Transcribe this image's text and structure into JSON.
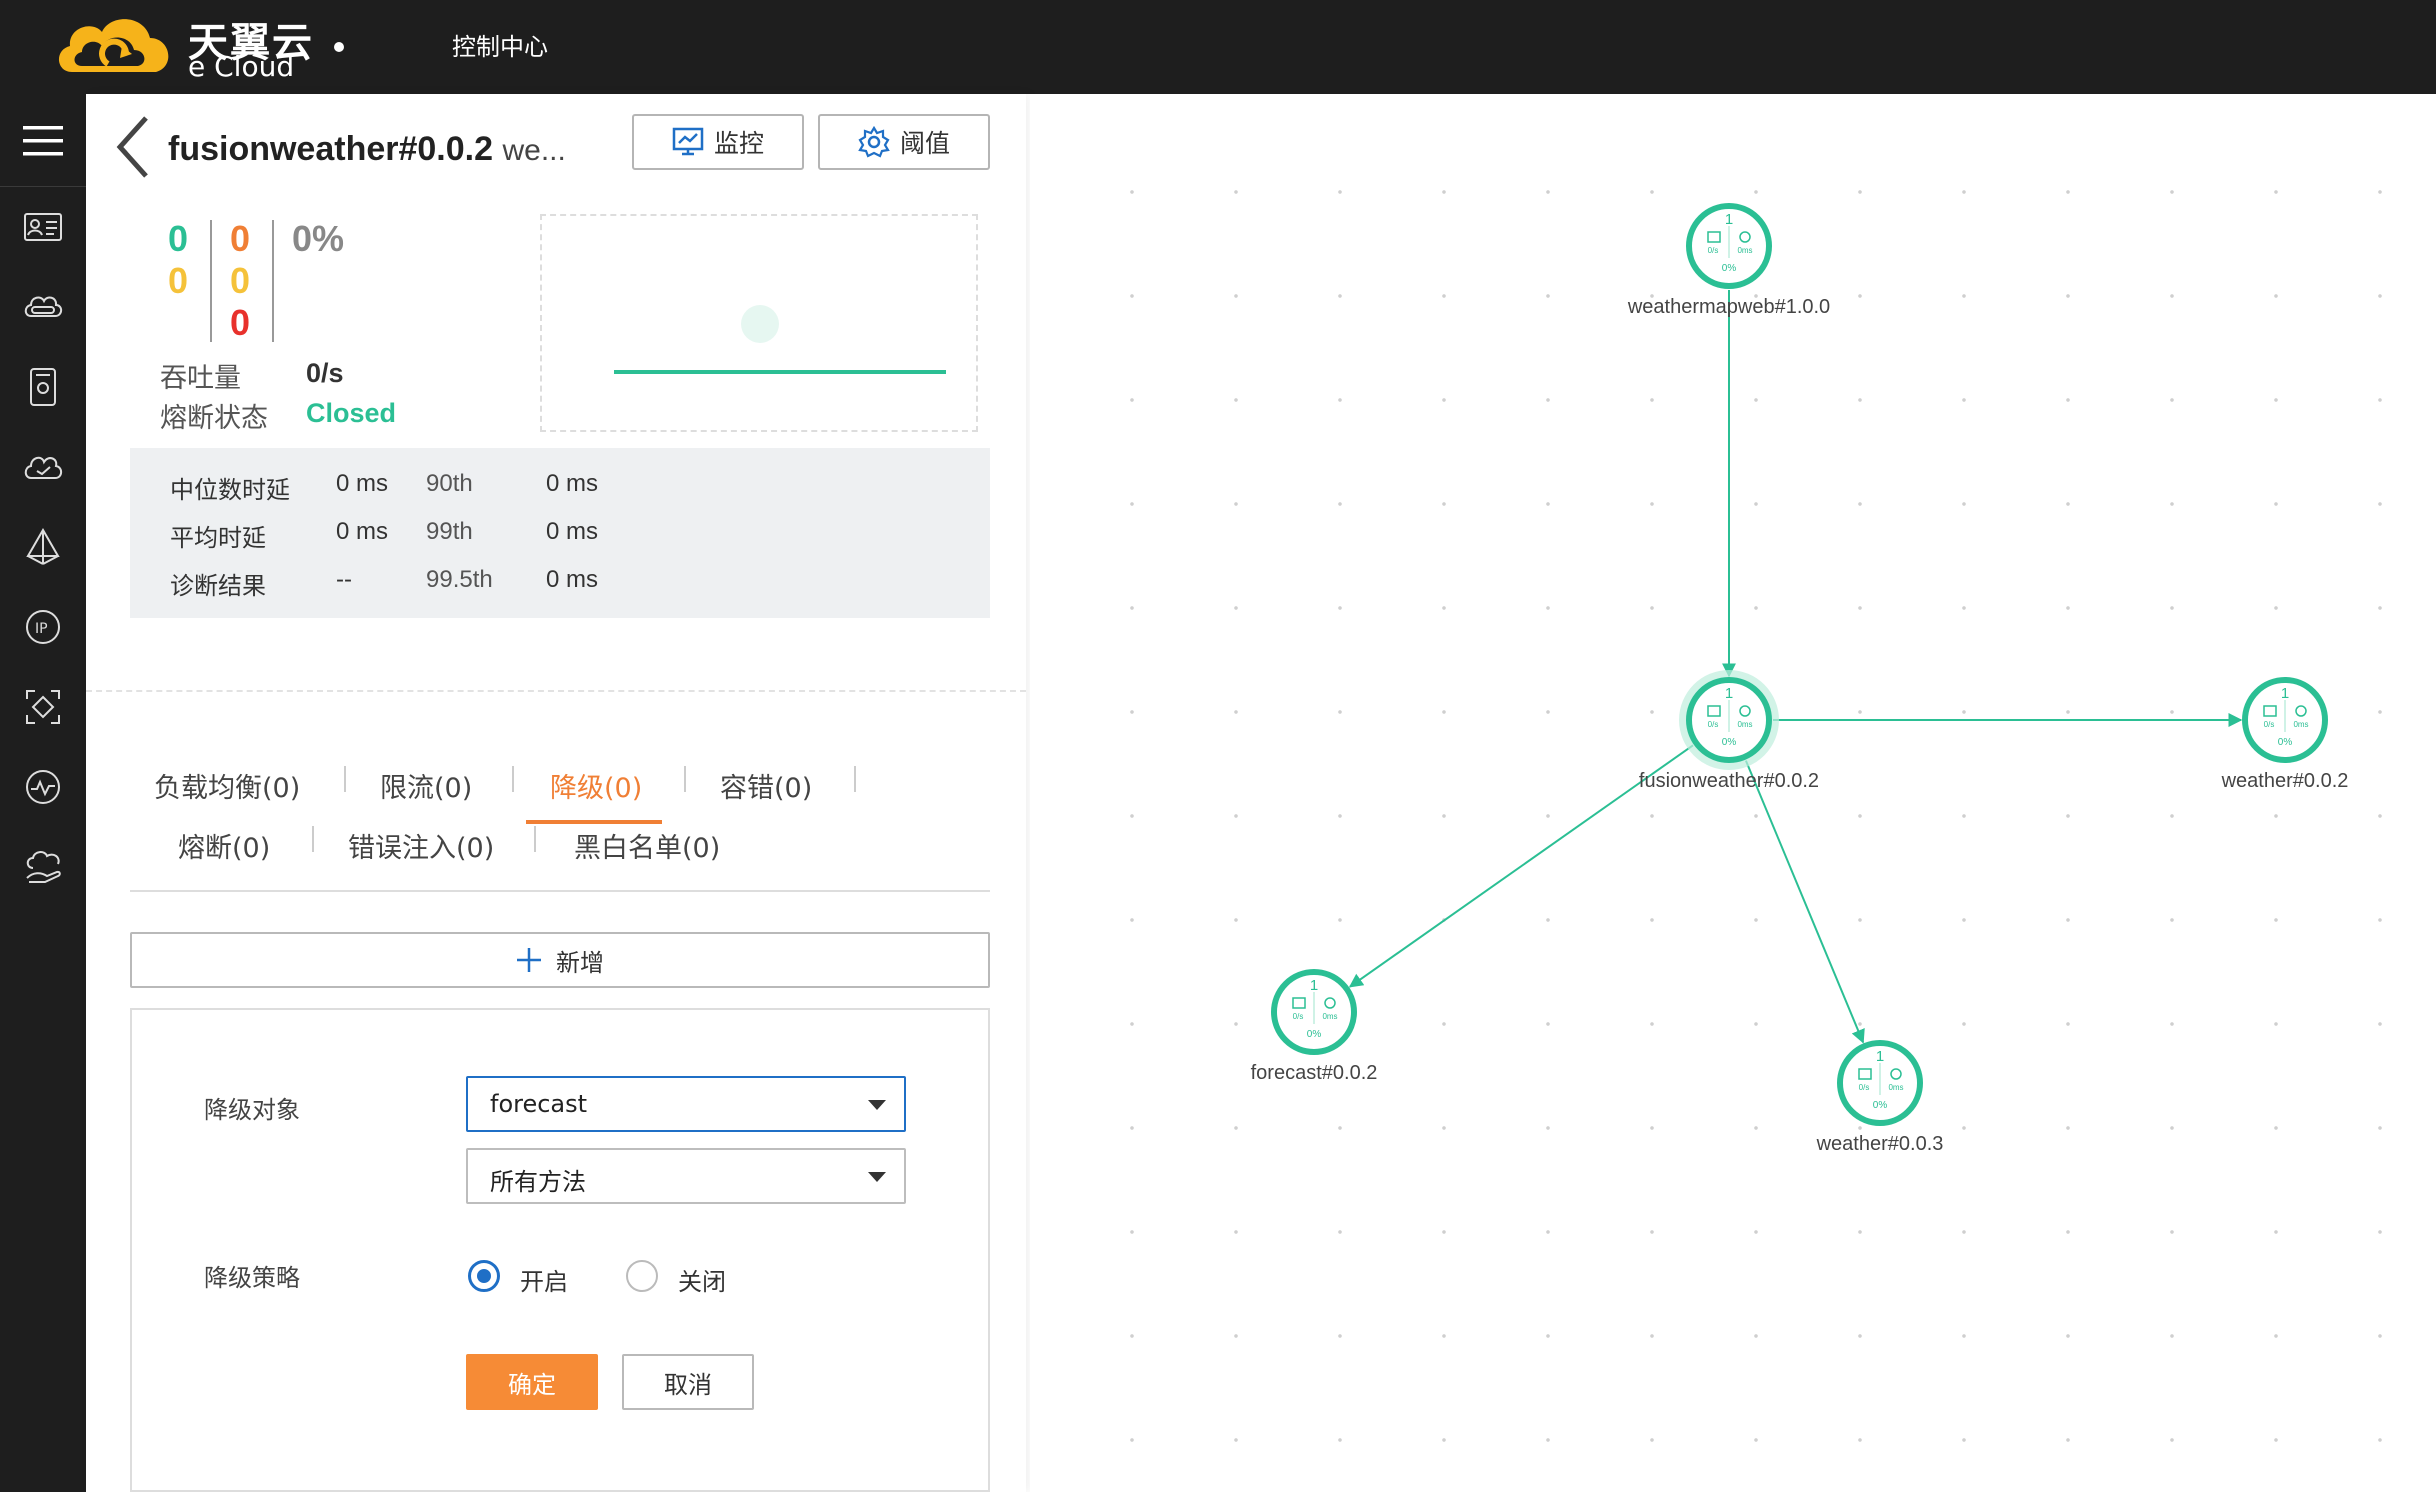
{
  "header": {
    "brand_cn": "天翼云",
    "brand_en": "e Cloud",
    "menu": "控制中心"
  },
  "rail": {
    "items": [
      "menu-icon",
      "id-card-icon",
      "cloud-drive-icon",
      "storage-icon",
      "cloud-check-icon",
      "network-icon",
      "ip-icon",
      "scan-icon",
      "monitor-icon",
      "cloud-hand-icon"
    ]
  },
  "service": {
    "name": "fusionweather#0.0.2",
    "name_suffix": "we...",
    "btn_monitor": "监控",
    "btn_threshold": "阈值"
  },
  "stats": {
    "c1_top": "0",
    "c1_bottom": "0",
    "c2_top": "0",
    "c2_mid": "0",
    "c2_bottom": "0",
    "rate": "0%",
    "throughput_label": "吞吐量",
    "throughput_value": "0/s",
    "breaker_label": "熔断状态",
    "breaker_value": "Closed"
  },
  "latency": {
    "rows": [
      {
        "label": "中位数时延",
        "value": "0 ms",
        "pct_label": "90th",
        "pct_value": "0 ms"
      },
      {
        "label": "平均时延",
        "value": "0 ms",
        "pct_label": "99th",
        "pct_value": "0 ms"
      },
      {
        "label": "诊断结果",
        "value": "--",
        "pct_label": "99.5th",
        "pct_value": "0 ms"
      }
    ]
  },
  "tabs": [
    {
      "label": "负载均衡(0)",
      "active": false
    },
    {
      "label": "限流(0)",
      "active": false
    },
    {
      "label": "降级(0)",
      "active": true
    },
    {
      "label": "容错(0)",
      "active": false
    },
    {
      "label": "熔断(0)",
      "active": false
    },
    {
      "label": "错误注入(0)",
      "active": false
    },
    {
      "label": "黑白名单(0)",
      "active": false
    }
  ],
  "form": {
    "add_label": "新增",
    "target_label": "降级对象",
    "target_value": "forecast",
    "method_value": "所有方法",
    "strategy_label": "降级策略",
    "option_on": "开启",
    "option_off": "关闭",
    "selected": "开启",
    "confirm": "确定",
    "cancel": "取消"
  },
  "topology": {
    "accent": "#2bbf94",
    "nodes": [
      {
        "name": "weathermapweb#1.0.0",
        "count": "1",
        "rps": "0/s",
        "latency": "0ms",
        "error": "0%"
      },
      {
        "name": "fusionweather#0.0.2",
        "count": "1",
        "rps": "0/s",
        "latency": "0ms",
        "error": "0%",
        "selected": true
      },
      {
        "name": "weather#0.0.2",
        "count": "1",
        "rps": "0/s",
        "latency": "0ms",
        "error": "0%"
      },
      {
        "name": "forecast#0.0.2",
        "count": "1",
        "rps": "0/s",
        "latency": "0ms",
        "error": "0%"
      },
      {
        "name": "weather#0.0.3",
        "count": "1",
        "rps": "0/s",
        "latency": "0ms",
        "error": "0%"
      }
    ],
    "edges": [
      {
        "from": "weathermapweb#1.0.0",
        "to": "fusionweather#0.0.2"
      },
      {
        "from": "fusionweather#0.0.2",
        "to": "weather#0.0.2"
      },
      {
        "from": "fusionweather#0.0.2",
        "to": "forecast#0.0.2"
      },
      {
        "from": "fusionweather#0.0.2",
        "to": "weather#0.0.3"
      }
    ]
  }
}
